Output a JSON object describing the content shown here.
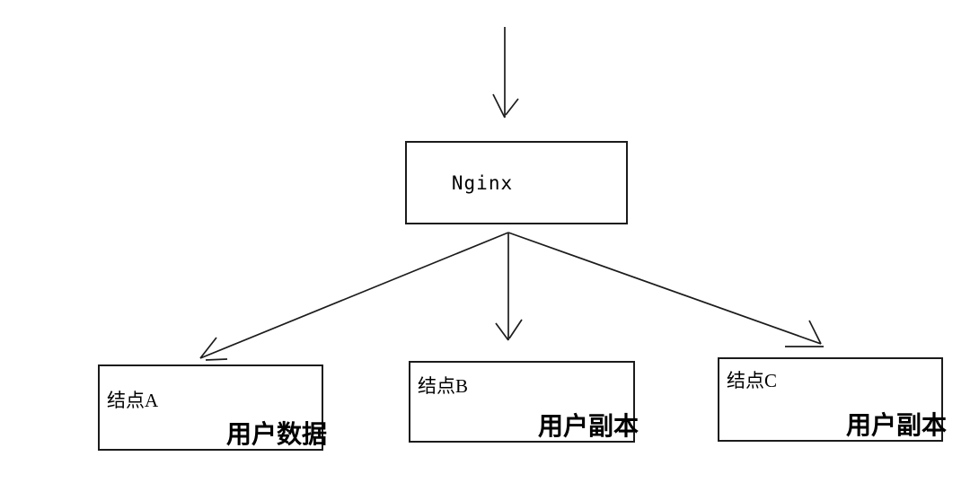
{
  "diagram": {
    "colors": {
      "background": "#ffffff",
      "line": "#1c1c1c",
      "text": "#000000"
    },
    "root_node": {
      "label": "Nginx"
    },
    "nodes": [
      {
        "id": "结点A",
        "role": "用户数据"
      },
      {
        "id": "结点B",
        "role": "用户副本"
      },
      {
        "id": "结点C",
        "role": "用户副本"
      }
    ],
    "edges": [
      {
        "from": "external",
        "to": "Nginx"
      },
      {
        "from": "Nginx",
        "to": "结点A"
      },
      {
        "from": "Nginx",
        "to": "结点B"
      },
      {
        "from": "Nginx",
        "to": "结点C"
      }
    ]
  }
}
